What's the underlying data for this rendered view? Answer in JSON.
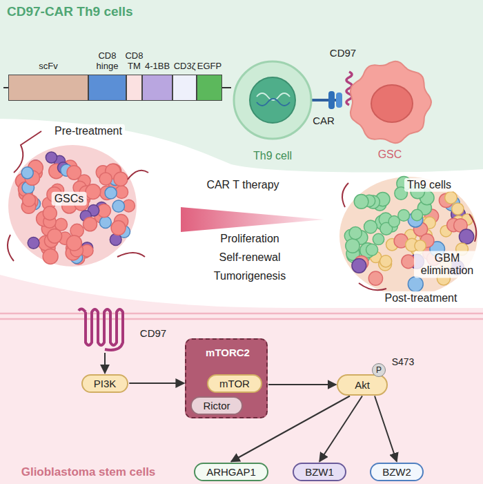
{
  "diagram": {
    "title": "CD97-CAR Th9 cells",
    "nodes": [
      {
        "text": [
          "scFv"
        ]
      },
      {
        "text": [
          "CD8 hinge"
        ]
      },
      {
        "text": [
          "CD8 TM"
        ]
      },
      {
        "text": [
          "4-1BB"
        ]
      },
      {
        "text": [
          "CD3ζ"
        ]
      },
      {
        "text": [
          "EGFP"
        ]
      },
      {
        "text": [
          "Th9 cell"
        ]
      },
      {
        "text": [
          "GSC"
        ]
      },
      {
        "text": [
          "Pre-treatment",
          "GSCs"
        ]
      },
      {
        "text": [
          "Th9 cells",
          "GBM elimination",
          "Post-treatment"
        ]
      },
      {
        "text": [
          "CD97"
        ]
      },
      {
        "text": [
          "PI3K"
        ]
      },
      {
        "text": [
          "mTORC2"
        ]
      },
      {
        "text": [
          "mTOR"
        ],
        "in": 12
      },
      {
        "text": [
          "Rictor"
        ],
        "in": 12
      },
      {
        "text": [
          "Akt"
        ]
      },
      {
        "text": [
          "ARHGAP1"
        ]
      },
      {
        "text": [
          "BZW1"
        ]
      },
      {
        "text": [
          "BZW2"
        ]
      }
    ],
    "edges": [
      {
        "from": 10,
        "to": 11,
        "arrow": "to"
      },
      {
        "from": 11,
        "to": 12,
        "arrow": "to"
      },
      {
        "from": 12,
        "to": 15,
        "arrow": "to"
      },
      {
        "from": 15,
        "to": 16,
        "arrow": "to"
      },
      {
        "from": 15,
        "to": 17,
        "arrow": "to"
      },
      {
        "from": 15,
        "to": 18,
        "arrow": "to"
      }
    ],
    "labels": [
      "CD97",
      "CAR",
      "CAR T therapy",
      "Proliferation",
      "Self-renewal",
      "Tumorigenesis",
      "P",
      "S473",
      "Glioblastoma stem cells"
    ]
  }
}
